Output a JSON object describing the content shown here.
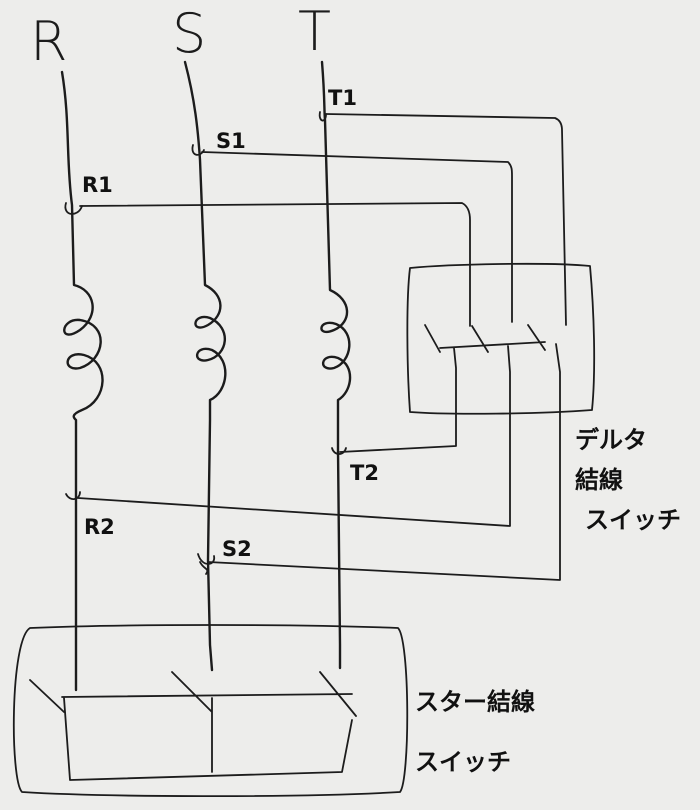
{
  "phases": {
    "r": "R",
    "s": "S",
    "t": "T"
  },
  "terminals": {
    "t1": "T1",
    "s1": "S1",
    "r1": "R1",
    "r2": "R2",
    "s2": "S2",
    "t2": "T2"
  },
  "delta_switch": {
    "line1": "デルタ",
    "line2": "結線",
    "line3": "スイッチ"
  },
  "star_switch": {
    "line1": "スター結線",
    "line2": "スイッチ"
  }
}
